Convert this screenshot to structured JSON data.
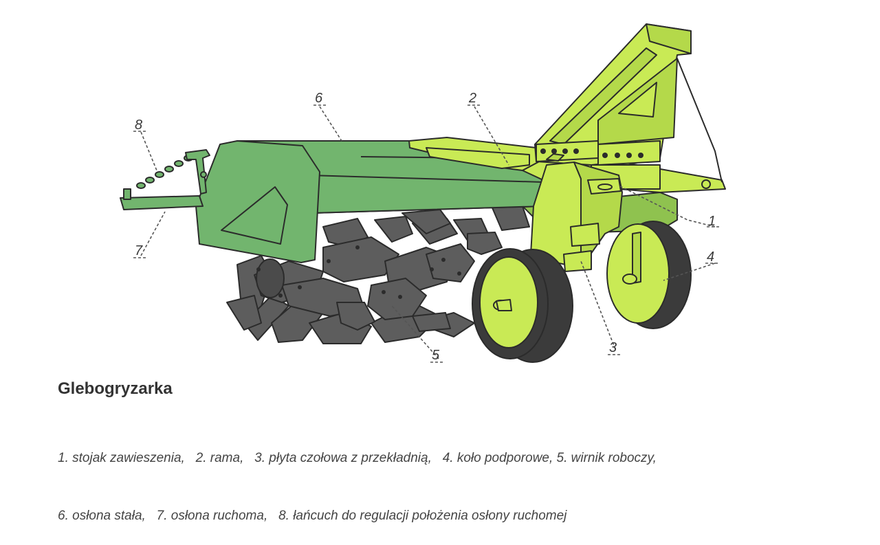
{
  "title": "Glebogryzarka",
  "legend_lines": [
    "1. stojak zawieszenia,   2. rama,   3. płyta czołowa z przekładnią,   4. koło podporowe, 5. wirnik roboczy,",
    "6. osłona stała,   7. osłona ruchoma,   8. łańcuch do regulacji położenia osłony ruchomej"
  ],
  "callouts": [
    "1",
    "2",
    "3",
    "4",
    "5",
    "6",
    "7",
    "8"
  ],
  "colors": {
    "cover_green": "#72b56e",
    "frame_lime": "#c9ea55",
    "rotor_gray": "#5d5d5d",
    "tire_dark": "#3b3b3b",
    "outline": "#2b2b2b"
  }
}
